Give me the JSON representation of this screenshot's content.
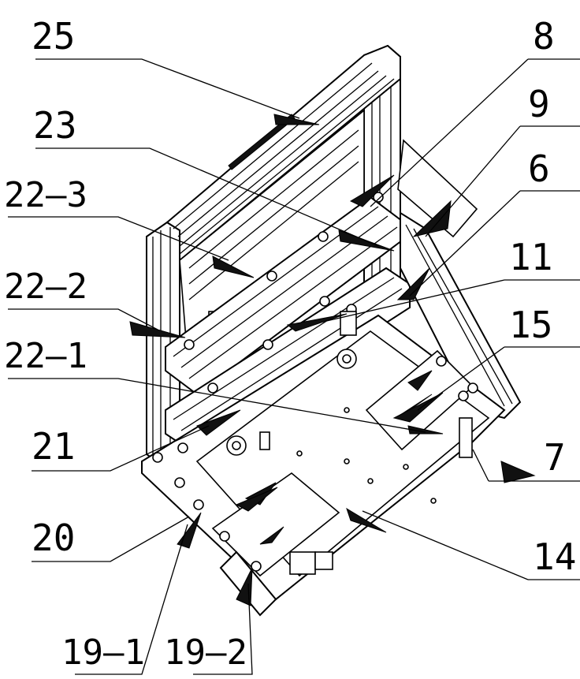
{
  "callouts": [
    {
      "id": "c25",
      "label": "25"
    },
    {
      "id": "c8",
      "label": "8"
    },
    {
      "id": "c9",
      "label": "9"
    },
    {
      "id": "c23",
      "label": "23"
    },
    {
      "id": "c6",
      "label": "6"
    },
    {
      "id": "c22_3",
      "label": "22—3"
    },
    {
      "id": "c11",
      "label": "11"
    },
    {
      "id": "c22_2",
      "label": "22—2"
    },
    {
      "id": "c15",
      "label": "15"
    },
    {
      "id": "c22_1",
      "label": "22—1"
    },
    {
      "id": "c21",
      "label": "21"
    },
    {
      "id": "c7",
      "label": "7"
    },
    {
      "id": "c20",
      "label": "20"
    },
    {
      "id": "c14",
      "label": "14"
    },
    {
      "id": "c19_1",
      "label": "19—1"
    },
    {
      "id": "c19_2",
      "label": "19—2"
    }
  ]
}
